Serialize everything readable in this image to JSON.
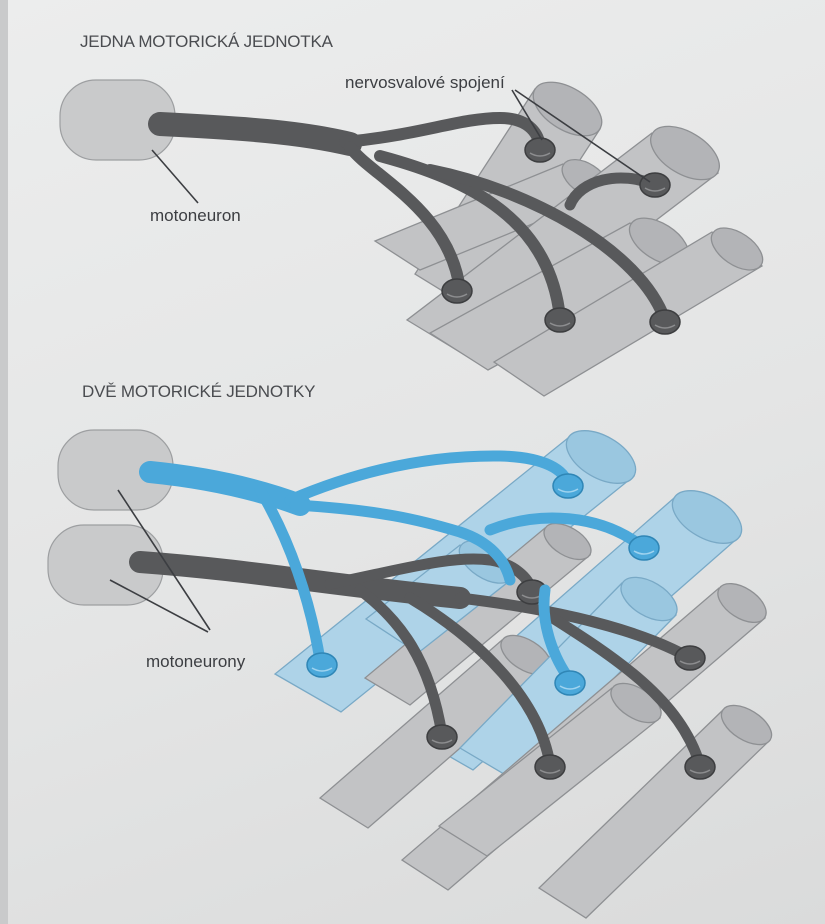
{
  "headings": {
    "top": "JEDNA MOTORICKÁ JEDNOTKA",
    "bottom": "DVĚ MOTORICKÉ JEDNOTKY"
  },
  "labels": {
    "junction": "nervosvalové spojení",
    "neuron_single": "motoneuron",
    "neuron_plural": "motoneurony"
  },
  "colors": {
    "nerve_grey": "#58595b",
    "nerve_blue": "#4ba8da",
    "muscle_fiber_grey": "#c2c3c5",
    "muscle_fiber_blue": "#aed3e8"
  }
}
